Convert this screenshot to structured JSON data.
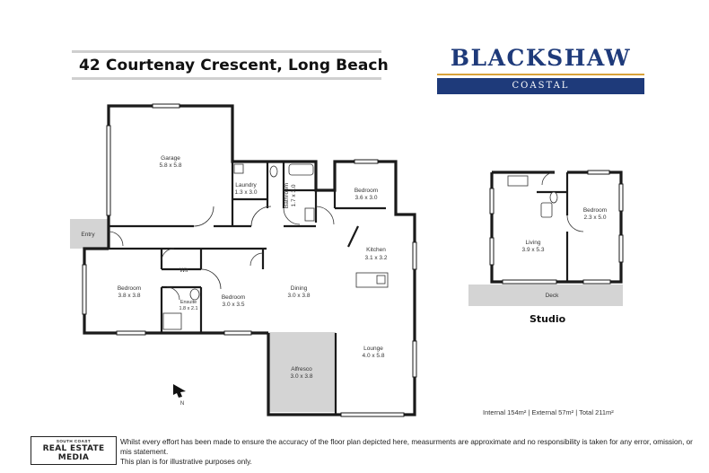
{
  "header": {
    "address": "42 Courtenay Crescent, Long Beach"
  },
  "logo": {
    "brand": "BLACKSHAW",
    "subtitle": "COASTAL",
    "colors": {
      "navy": "#1e3a7a",
      "gold": "#d9a23a"
    }
  },
  "rooms": {
    "garage": {
      "name": "Garage",
      "size": "5.8 x 5.8"
    },
    "laundry": {
      "name": "Laundry",
      "size": "1.3 x 3.0"
    },
    "bathroom": {
      "name": "Bathroom",
      "size": "1.7 x 3.0"
    },
    "bedroom1": {
      "name": "Bedroom",
      "size": "3.6 x 3.0"
    },
    "entry": {
      "name": "Entry"
    },
    "kitchen": {
      "name": "Kitchen",
      "size": "3.1 x 3.2"
    },
    "wir": {
      "name": "Wir"
    },
    "bedroom2": {
      "name": "Bedroom",
      "size": "3.8 x 3.8"
    },
    "ensuite": {
      "name": "Ensuite",
      "size": "1.8 x 2.1"
    },
    "bedroom3": {
      "name": "Bedroom",
      "size": "3.0 x 3.5"
    },
    "dining": {
      "name": "Dining",
      "size": "3.0 x 3.8"
    },
    "lounge": {
      "name": "Lounge",
      "size": "4.0 x 5.8"
    },
    "alfresco": {
      "name": "Alfresco",
      "size": "3.0 x 3.8"
    }
  },
  "compass": {
    "label": "N",
    "icon": "north-arrow-icon"
  },
  "studio": {
    "caption": "Studio",
    "living": {
      "name": "Living",
      "size": "3.9 x 5.3"
    },
    "bedroom": {
      "name": "Bedroom",
      "size": "2.3 x 5.0"
    },
    "deck": {
      "name": "Deck"
    }
  },
  "areas": "Internal 154m²  |  External 57m²  |  Total 211m²",
  "footer": {
    "company_top": "SOUTH COAST",
    "company_main": "REAL ESTATE MEDIA",
    "disclaimer_line1": "Whilst every effort has been made to ensure the accuracy of the floor plan depicted here, measurments are approximate and no responsibility is taken for any error, omission, or mis statement.",
    "disclaimer_line2": "This plan is for illustrative purposes only."
  }
}
